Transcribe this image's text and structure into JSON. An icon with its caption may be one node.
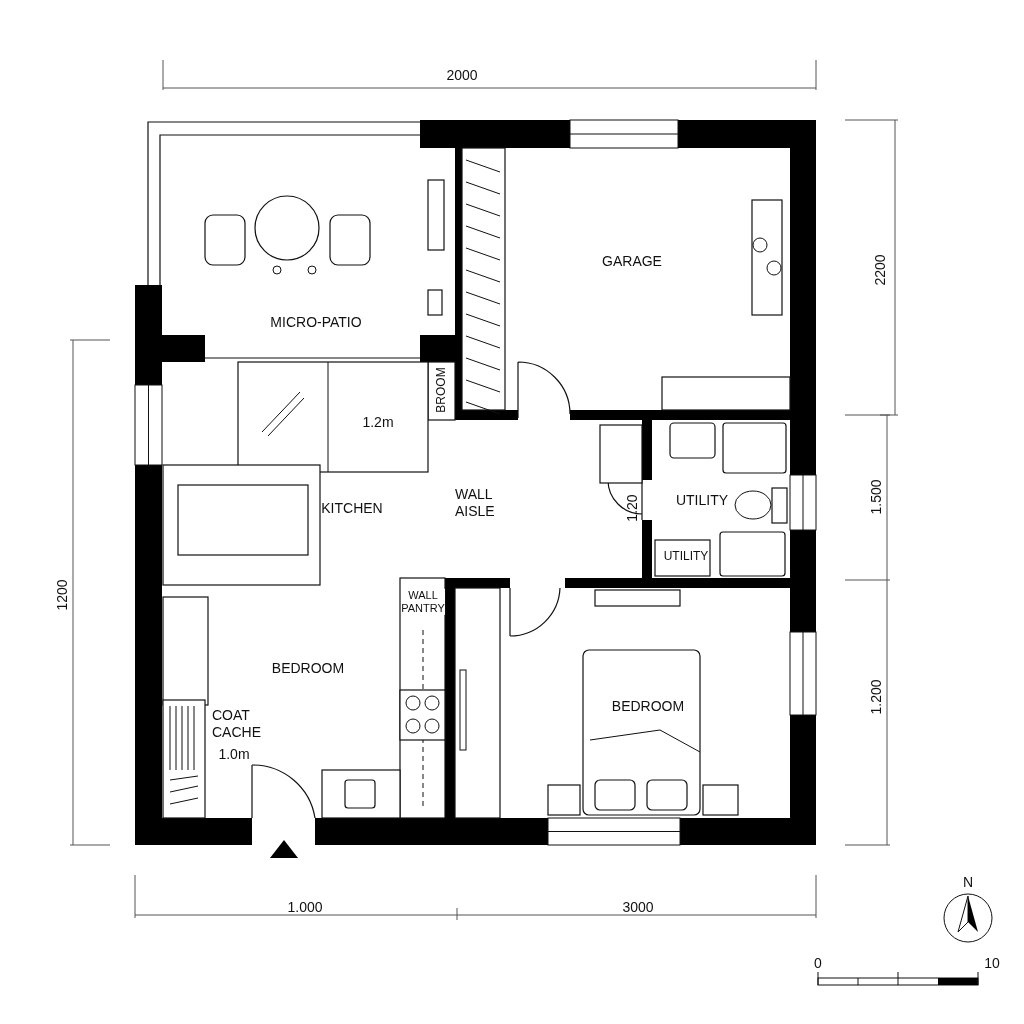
{
  "diagram": {
    "labels": [
      "2000",
      "GARAGE",
      "2200",
      "MICRO-PATIO",
      "BROOM",
      "1.2m",
      "WALL AISLE",
      "1.20",
      "UTILITY",
      "KITCHEN",
      "1.500",
      "UTILITY",
      "1200",
      "WALL PANTRY",
      "BEDROOM",
      "BEDROOM",
      "1.200",
      "COAT CACHE",
      "1.0m",
      "1.000",
      "3000",
      "N",
      "0",
      "10"
    ]
  }
}
